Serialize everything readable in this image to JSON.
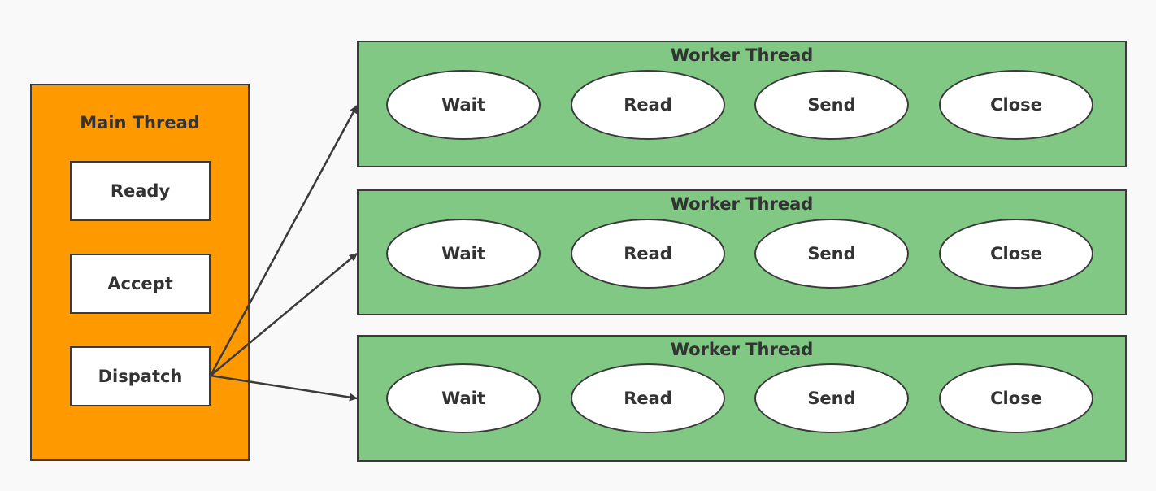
{
  "colors": {
    "background": "#f9f9f9",
    "main_thread_fill": "#ff9900",
    "worker_fill": "#80c884",
    "stroke": "#3a3a3a",
    "node_fill": "#ffffff"
  },
  "main_thread": {
    "title": "Main Thread",
    "steps": [
      "Ready",
      "Accept",
      "Dispatch"
    ]
  },
  "workers": [
    {
      "title": "Worker Thread",
      "states": [
        "Wait",
        "Read",
        "Send",
        "Close"
      ]
    },
    {
      "title": "Worker Thread",
      "states": [
        "Wait",
        "Read",
        "Send",
        "Close"
      ]
    },
    {
      "title": "Worker Thread",
      "states": [
        "Wait",
        "Read",
        "Send",
        "Close"
      ]
    }
  ]
}
